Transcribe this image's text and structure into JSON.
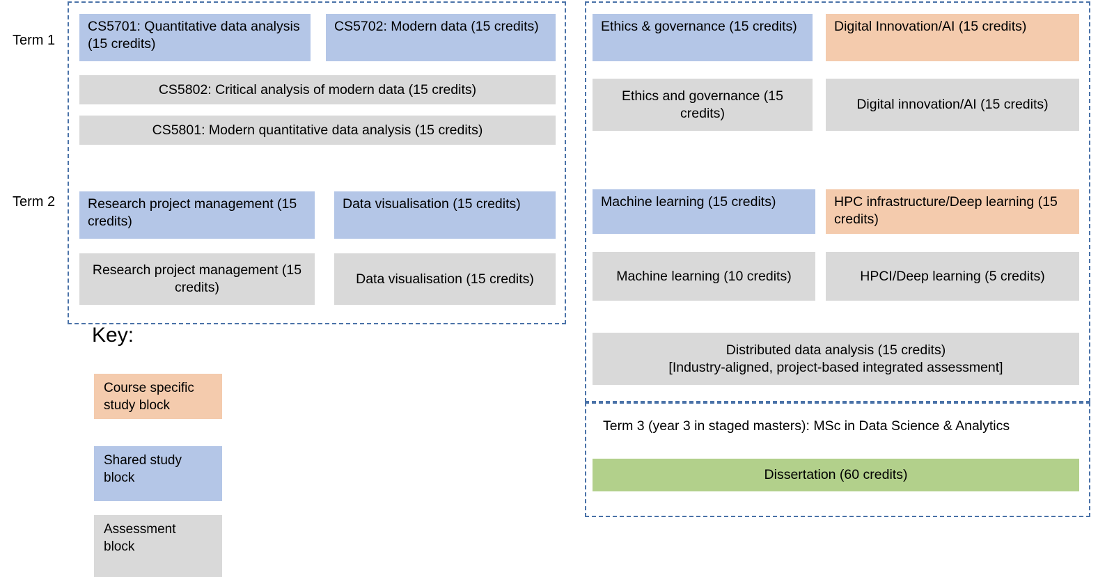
{
  "diagram": {
    "title_text_present": false,
    "colors": {
      "shared_study_block": "#b4c6e7",
      "course_specific_study_block": "#f4cbad",
      "assessment_block": "#d9d9d9",
      "dissertation_block": "#b2d08b",
      "dashed_border": "#4a72a8"
    },
    "term_labels": {
      "term1": "Term 1",
      "term2": "Term 2"
    },
    "left_panel": {
      "term1_blocks": [
        {
          "label": "CS5701: Quantitative data analysis (15 credits)",
          "type": "shared"
        },
        {
          "label": "CS5702: Modern data (15 credits)",
          "type": "shared"
        },
        {
          "label": "CS5802: Critical analysis of modern data (15 credits)",
          "type": "assessment"
        },
        {
          "label": "CS5801: Modern quantitative data analysis (15 credits)",
          "type": "assessment"
        }
      ],
      "term2_blocks": [
        {
          "label": "Research project management (15 credits)",
          "type": "shared"
        },
        {
          "label": "Data visualisation (15 credits)",
          "type": "shared"
        },
        {
          "label": "Research project management (15 credits)",
          "type": "assessment"
        },
        {
          "label": "Data visualisation (15 credits)",
          "type": "assessment"
        }
      ]
    },
    "right_panel": {
      "term1_blocks": [
        {
          "label": "Ethics & governance (15 credits)",
          "type": "shared"
        },
        {
          "label": "Digital Innovation/AI (15 credits)",
          "type": "specific"
        },
        {
          "label": "Ethics and governance (15 credits)",
          "type": "assessment"
        },
        {
          "label": "Digital innovation/AI (15 credits)",
          "type": "assessment"
        }
      ],
      "term2_blocks": [
        {
          "label": "Machine learning (15 credits)",
          "type": "shared"
        },
        {
          "label": "HPC infrastructure/Deep learning (15 credits)",
          "type": "specific"
        },
        {
          "label": "Machine learning (10 credits)",
          "type": "assessment"
        },
        {
          "label": "HPCI/Deep learning (5 credits)",
          "type": "assessment"
        }
      ],
      "integrated_block": {
        "line1": "Distributed data analysis (15 credits)",
        "line2": "[Industry-aligned, project-based integrated assessment]",
        "type": "assessment"
      }
    },
    "term3_panel": {
      "caption": "Term 3 (year 3 in staged masters): MSc in Data Science & Analytics",
      "dissertation": {
        "label": "Dissertation (60 credits)",
        "type": "dissertation"
      }
    },
    "key": {
      "title": "Key:",
      "items": [
        {
          "line1": "Course specific",
          "line2": "study block",
          "type": "specific"
        },
        {
          "line1": "Shared study",
          "line2": "block",
          "type": "shared"
        },
        {
          "line1": "Assessment",
          "line2": "block",
          "type": "assessment"
        }
      ]
    }
  }
}
